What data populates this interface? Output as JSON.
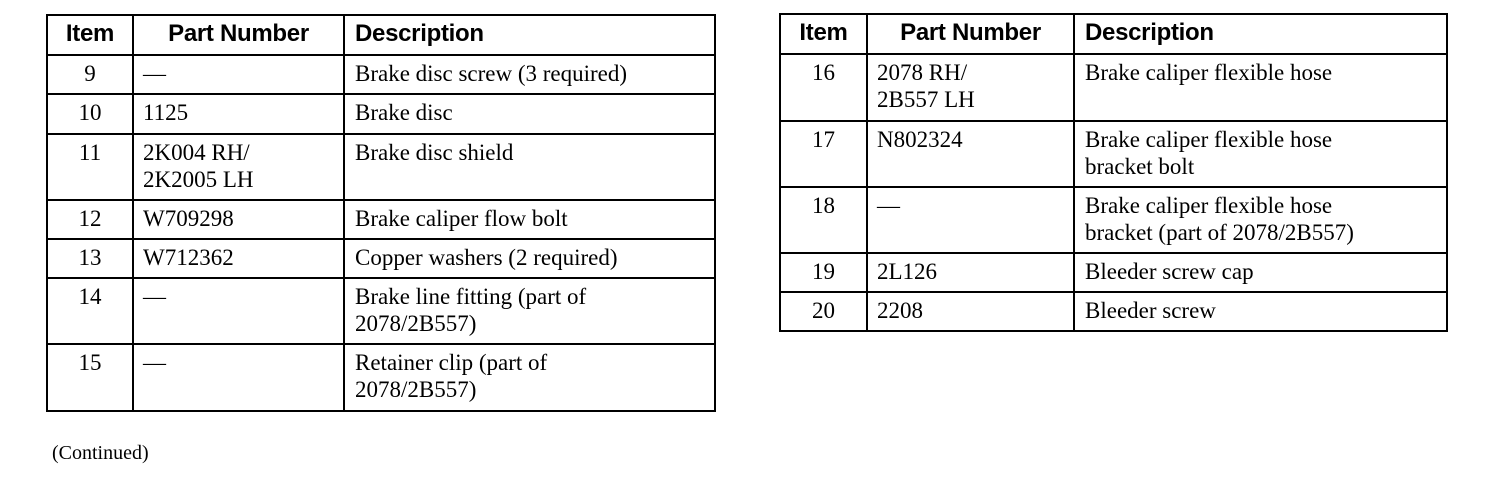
{
  "document": {
    "footnote": "(Continued)"
  },
  "tables": [
    {
      "id": "left",
      "columns": [
        "Item",
        "Part Number",
        "Description"
      ],
      "rows": [
        {
          "item": "9",
          "part": [
            "—"
          ],
          "desc": [
            "Brake disc screw (3 required)"
          ]
        },
        {
          "item": "10",
          "part": [
            "1125"
          ],
          "desc": [
            "Brake disc"
          ]
        },
        {
          "item": "11",
          "part": [
            "2K004 RH/",
            "2K2005 LH"
          ],
          "desc": [
            "Brake disc shield"
          ]
        },
        {
          "item": "12",
          "part": [
            "W709298"
          ],
          "desc": [
            "Brake caliper flow bolt"
          ]
        },
        {
          "item": "13",
          "part": [
            "W712362"
          ],
          "desc": [
            "Copper washers (2 required)"
          ]
        },
        {
          "item": "14",
          "part": [
            "—"
          ],
          "desc": [
            "Brake line fitting (part of",
            "2078/2B557)"
          ]
        },
        {
          "item": "15",
          "part": [
            "—"
          ],
          "desc": [
            "Retainer clip (part of",
            "2078/2B557)"
          ]
        }
      ]
    },
    {
      "id": "right",
      "columns": [
        "Item",
        "Part Number",
        "Description"
      ],
      "rows": [
        {
          "item": "16",
          "part": [
            "2078 RH/",
            "2B557 LH"
          ],
          "desc": [
            "Brake caliper flexible hose"
          ]
        },
        {
          "item": "17",
          "part": [
            "N802324"
          ],
          "desc": [
            "Brake caliper flexible hose",
            "bracket bolt"
          ]
        },
        {
          "item": "18",
          "part": [
            "—"
          ],
          "desc": [
            "Brake caliper flexible hose",
            "bracket (part of 2078/2B557)"
          ]
        },
        {
          "item": "19",
          "part": [
            "2L126"
          ],
          "desc": [
            "Bleeder screw cap"
          ]
        },
        {
          "item": "20",
          "part": [
            "2208"
          ],
          "desc": [
            "Bleeder screw"
          ]
        }
      ]
    }
  ]
}
